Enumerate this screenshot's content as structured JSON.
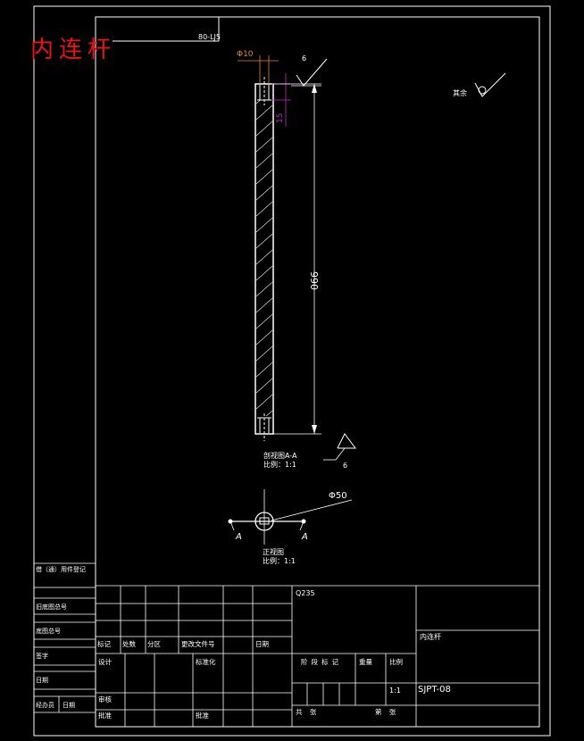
{
  "title": "内连杆",
  "corner_code": "80-LJ5",
  "dims": {
    "dia_pin": "Φ10",
    "depth": "15",
    "length": "990",
    "dia_arm": "Φ50"
  },
  "roughness": {
    "top": "6",
    "bottom": "6",
    "rest_label": "其余"
  },
  "section_view": {
    "label": "剖视图A-A",
    "scale": "比例：1:1"
  },
  "front_view": {
    "label": "正视图",
    "scale": "比例：1:1"
  },
  "section_marks": [
    "A",
    "A"
  ],
  "side_block": [
    "借（通）用件登记",
    "旧底图总号",
    "底图总号",
    "签字",
    "日期",
    "经办员",
    "日期"
  ],
  "title_block": {
    "material": "Q235",
    "part_name": "内连杆",
    "drawing_no": "SJPT-08",
    "headers": [
      "标记",
      "处数",
      "分区",
      "更改文件号",
      "日期"
    ],
    "roles": [
      "设计",
      "标准化",
      "审核",
      "批准"
    ],
    "stage_headers": [
      "阶段标记",
      "重量",
      "比例"
    ],
    "scale_value": "1:1",
    "sheet_total": "共  张",
    "sheet_no": "第  张"
  }
}
